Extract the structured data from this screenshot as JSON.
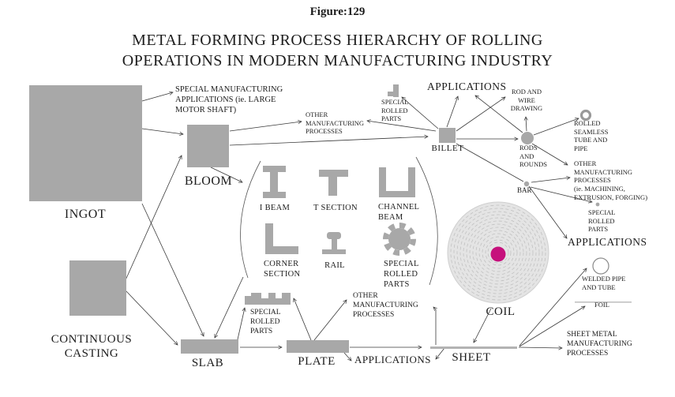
{
  "figure_label": "Figure:129",
  "title": "METAL FORMING PROCESS HIERARCHY OF ROLLING\nOPERATIONS IN MODERN MANUFACTURING INDUSTRY",
  "colors": {
    "shape_gray": "#a8a8a8",
    "coil_fill": "#e4e4e4",
    "coil_ring": "#bdbdbd",
    "coil_center_magenta": "#c6107c",
    "line": "#3a3a3a"
  },
  "nodes": {
    "ingot": {
      "label": "INGOT"
    },
    "bloom": {
      "label": "BLOOM"
    },
    "continuous_casting": {
      "label": "CONTINUOUS\nCASTING"
    },
    "slab": {
      "label": "SLAB"
    },
    "plate": {
      "label": "PLATE"
    },
    "billet": {
      "label": "BILLET"
    },
    "sheet": {
      "label": "SHEET"
    },
    "coil": {
      "label": "COIL"
    },
    "rods_and_rounds": {
      "label": "RODS\nAND\nROUNDS"
    },
    "bar": {
      "label": "BAR"
    }
  },
  "sections": {
    "i_beam": {
      "label": "I BEAM"
    },
    "t_section": {
      "label": "T SECTION"
    },
    "channel_beam": {
      "label": "CHANNEL\nBEAM"
    },
    "corner_section": {
      "label": "CORNER\nSECTION"
    },
    "rail": {
      "label": "RAIL"
    },
    "special_rolled_parts": {
      "label": "SPECIAL\nROLLED\nPARTS"
    }
  },
  "annotations": {
    "special_mfg_applications": {
      "label": "SPECIAL MANUFACTURING\nAPPLICATIONS (ie. LARGE\nMOTOR SHAFT)"
    },
    "other_mfg_top": {
      "label": "OTHER\nMANUFACTURING\nPROCESSES"
    },
    "applications_top": {
      "label": "APPLICATIONS"
    },
    "special_rolled_parts_top": {
      "label": "SPECIAL\nROLLED\nPARTS"
    },
    "rod_and_wire_drawing": {
      "label": "ROD AND\nWIRE\nDRAWING"
    },
    "rolled_seamless_tube": {
      "label": "ROLLED\nSEAMLESS\nTUBE AND\nPIPE"
    },
    "other_mfg_right": {
      "label": "OTHER\nMANUFACTURING\nPROCESSES\n(ie. MACHINING,\nEXTRUSION, FORGING)"
    },
    "special_rolled_parts_right": {
      "label": "SPECIAL\nROLLED\nPARTS"
    },
    "applications_right": {
      "label": "APPLICATIONS"
    },
    "welded_pipe_and_tube": {
      "label": "WELDED PIPE\nAND TUBE"
    },
    "foil": {
      "label": "FOIL"
    },
    "sheet_metal_mfg": {
      "label": "SHEET METAL\nMANUFACTURING\nPROCESSES"
    },
    "special_rolled_parts_slab": {
      "label": "SPECIAL\nROLLED\nPARTS"
    },
    "other_mfg_plate": {
      "label": "OTHER\nMANUFACTURING\nPROCESSES"
    },
    "applications_bottom": {
      "label": "APPLICATIONS"
    }
  }
}
